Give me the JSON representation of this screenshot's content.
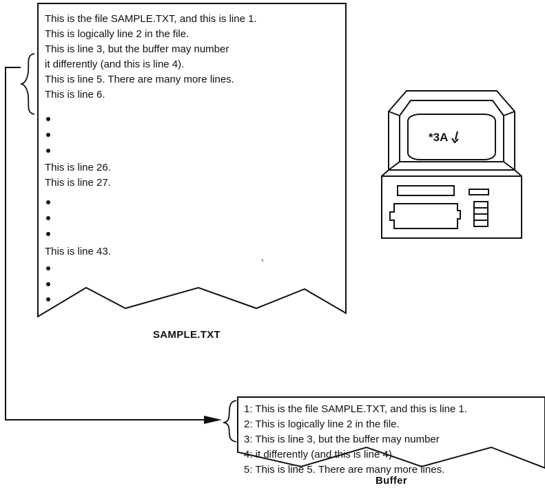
{
  "file_panel": {
    "lines": [
      "This is the file SAMPLE.TXT, and this is line 1.",
      "This is logically line 2 in the file.",
      "This is line 3, but the buffer may number",
      "it differently (and this is line 4).",
      "This is line 5. There are many more lines.",
      "This is line 6."
    ],
    "line_26": "This is line 26.",
    "line_27": "This is line 27.",
    "line_43": "This is line 43.",
    "caption": "SAMPLE.TXT"
  },
  "buffer_panel": {
    "lines": [
      "1: This is the file SAMPLE.TXT, and this is line 1.",
      "2: This is logically line 2 in the file.",
      "3: This is line 3, but the buffer may number",
      "4: it differently (and this is line 4).",
      "5: This is line 5. There are many more lines."
    ],
    "caption": "Buffer"
  },
  "terminal": {
    "command": "*3A"
  }
}
